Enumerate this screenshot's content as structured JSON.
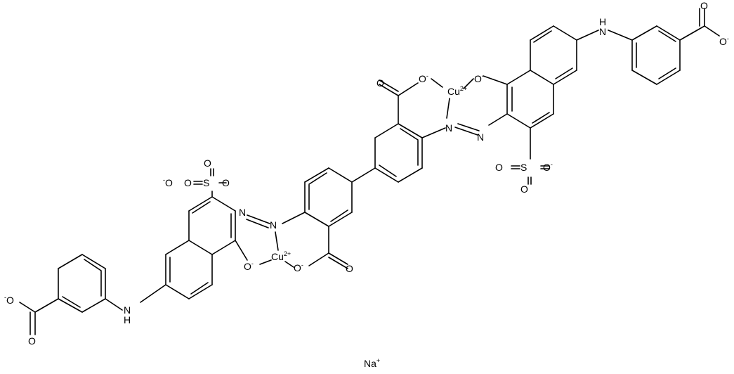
{
  "structure": {
    "atom_labels": {
      "o_top_carboxylate": "O",
      "o_top_carboxy_minus": "O",
      "cu_top": "Cu",
      "o_top_naphthol": "O",
      "n_top_a": "N",
      "n_top_b": "N",
      "nh_top": "H",
      "nh_top_n": "N",
      "o_top_ra_1": "O",
      "o_top_ra_2": "O",
      "s_top": "S",
      "o_top_s1": "O",
      "o_top_s2": "O",
      "o_top_s3": "O",
      "s_bot": "S",
      "o_bot_s1": "O",
      "o_bot_s2": "O",
      "o_bot_s3": "O",
      "n_bot_a": "N",
      "n_bot_b": "N",
      "o_bot_naphthol": "O",
      "cu_bot": "Cu",
      "o_bot_carboxy_minus": "O",
      "o_bot_carboxylate": "O",
      "nh_bot_n": "N",
      "nh_bot_h": "H",
      "o_bot_ra_1": "O",
      "o_bot_ra_2": "O"
    },
    "charges": {
      "minus": "-",
      "cu": "2+",
      "na": "+"
    },
    "counterion": "Na"
  }
}
